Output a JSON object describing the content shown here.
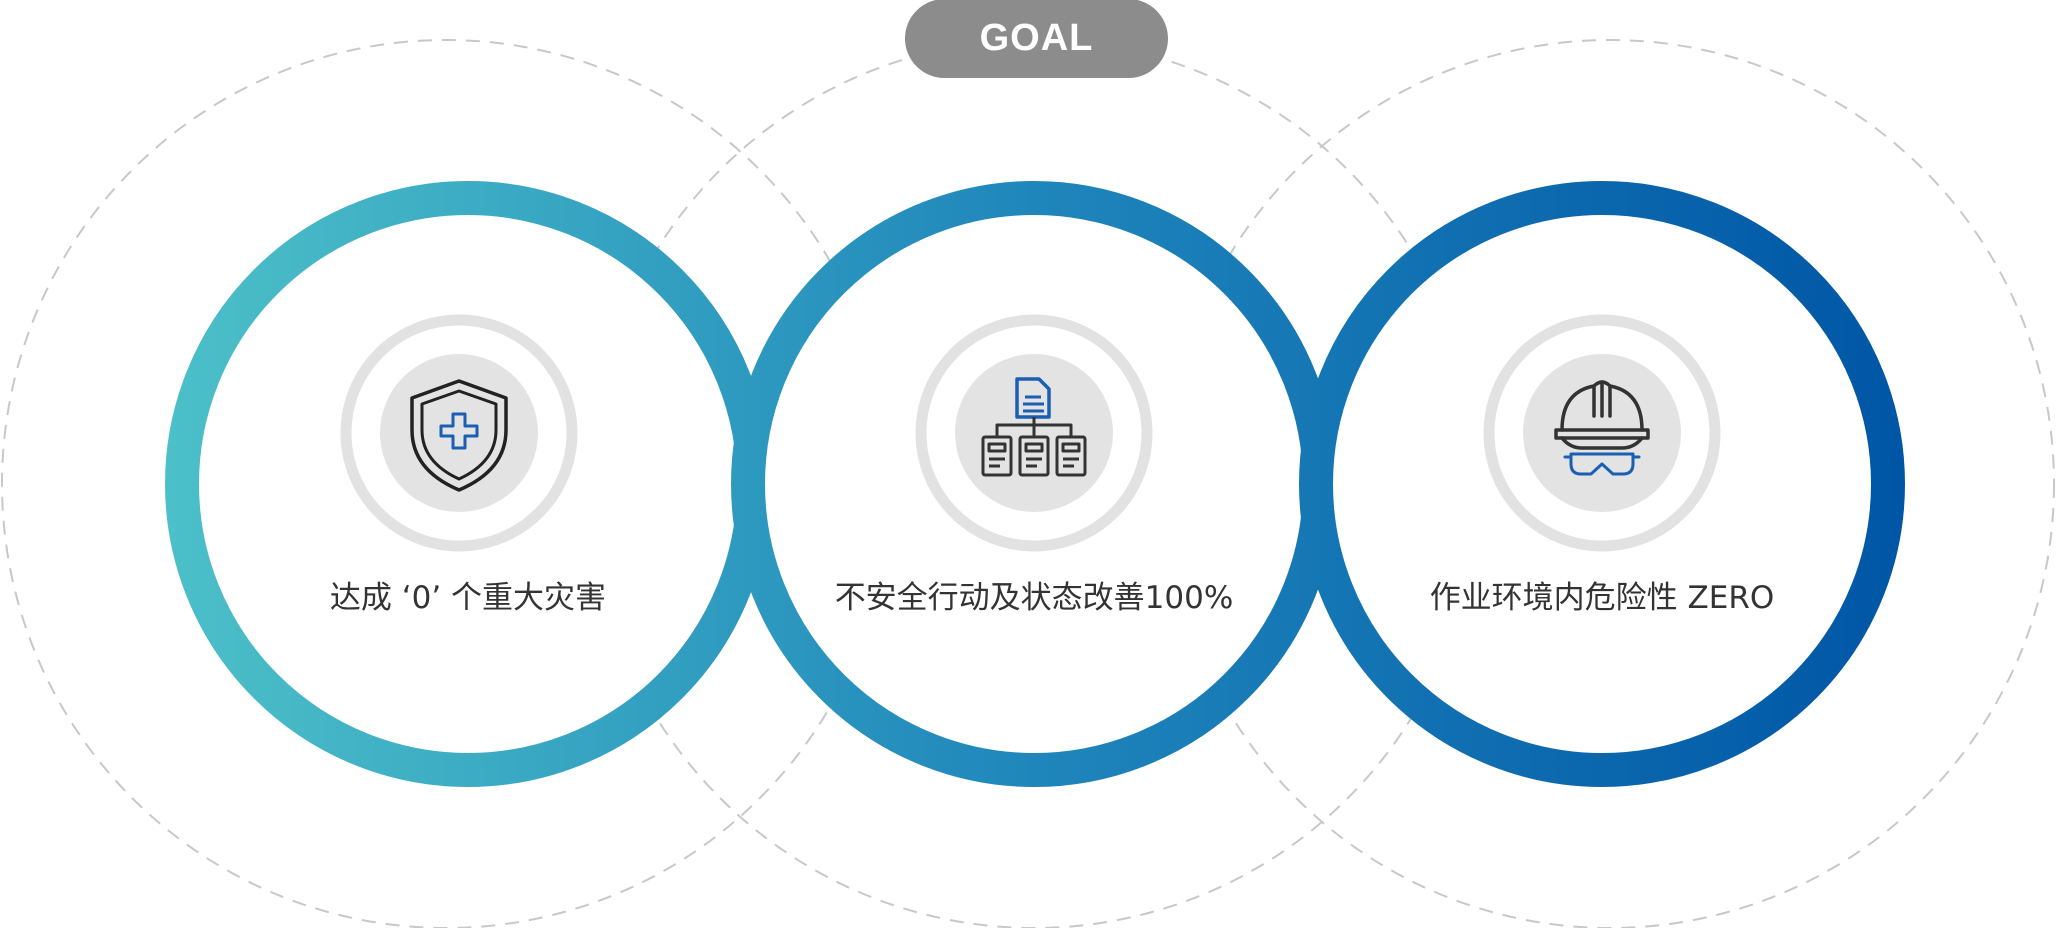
{
  "badge": {
    "label": "GOAL"
  },
  "goals": [
    {
      "label": "达成 ‘0’ 个重大灾害",
      "icon": "shield-cross-icon"
    },
    {
      "label": "不安全行动及状态改善100%",
      "icon": "document-hierarchy-icon"
    },
    {
      "label": "作业环境内危险性 ZERO",
      "icon": "hard-hat-goggles-icon"
    }
  ],
  "colors": {
    "gradient_start": "#4cc0c8",
    "gradient_end": "#0056a6",
    "badge": "#8c8c8c",
    "accent_icon": "#1a5fb4"
  }
}
